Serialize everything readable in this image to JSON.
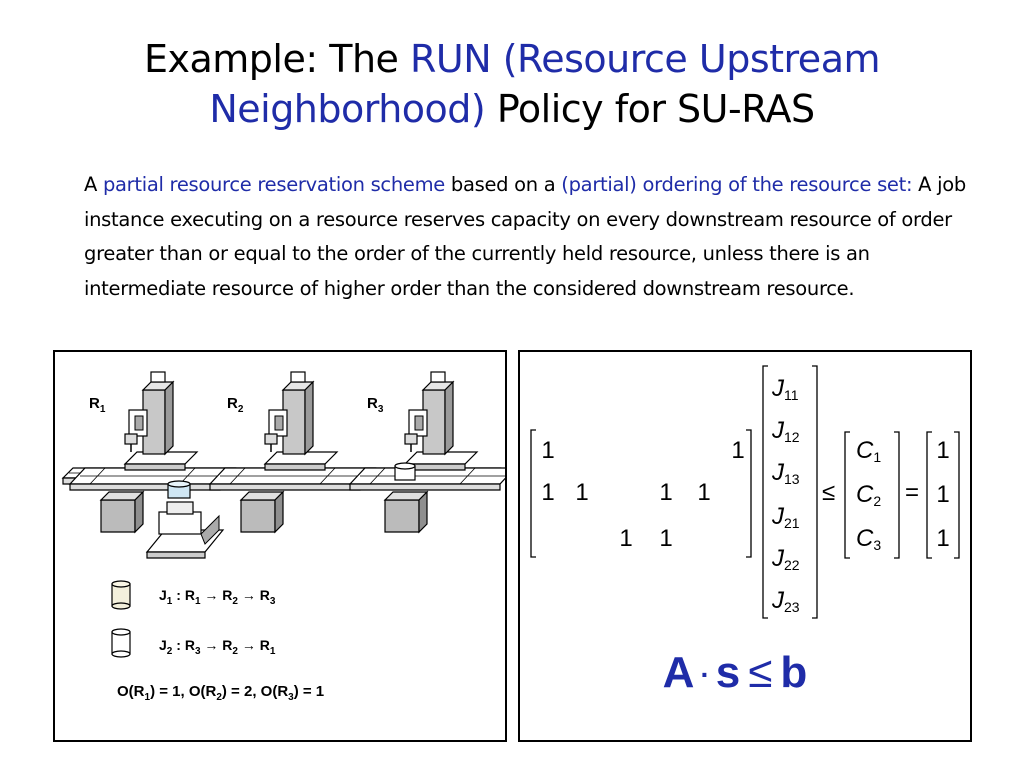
{
  "title": {
    "prefix": "Example: The ",
    "highlight": "RUN (Resource Upstream Neighborhood)",
    "suffix": " Policy for SU-RAS"
  },
  "body": {
    "p1": "A ",
    "h1": "partial resource reservation scheme",
    "p2": " based on a ",
    "h2": "(partial) ordering of the resource set:",
    "p3": " A job instance executing on a resource reserves capacity on every downstream resource of order greater than or equal to the order of the currently held resource, unless there is an intermediate resource of higher order than the considered downstream resource."
  },
  "left_panel": {
    "resources": [
      {
        "base": "R",
        "sub": "1"
      },
      {
        "base": "R",
        "sub": "2"
      },
      {
        "base": "R",
        "sub": "3"
      }
    ],
    "jobs": [
      {
        "name": "J",
        "sub": "1",
        "route": [
          {
            "base": "R",
            "sub": "1"
          },
          {
            "base": "R",
            "sub": "2"
          },
          {
            "base": "R",
            "sub": "3"
          }
        ],
        "icon": "shaded-cylinder-icon"
      },
      {
        "name": "J",
        "sub": "2",
        "route": [
          {
            "base": "R",
            "sub": "3"
          },
          {
            "base": "R",
            "sub": "2"
          },
          {
            "base": "R",
            "sub": "1"
          }
        ],
        "icon": "plain-cylinder-icon"
      }
    ],
    "ordering": {
      "p1": "O(R",
      "s1": "1",
      "p2": ") = 1, O(R",
      "s2": "2",
      "p3": ") = 2, O(R",
      "s3": "3",
      "p4": ") = 1"
    }
  },
  "right_panel": {
    "matrix_A": [
      [
        "1",
        "",
        "",
        "",
        "",
        "1"
      ],
      [
        "1",
        "1",
        "",
        "1",
        "1",
        ""
      ],
      [
        "",
        "",
        "1",
        "1",
        "",
        ""
      ]
    ],
    "vector_s": [
      {
        "base": "J",
        "sub": "11"
      },
      {
        "base": "J",
        "sub": "12"
      },
      {
        "base": "J",
        "sub": "13"
      },
      {
        "base": "J",
        "sub": "21"
      },
      {
        "base": "J",
        "sub": "22"
      },
      {
        "base": "J",
        "sub": "23"
      }
    ],
    "relation": "≤",
    "vector_C": [
      {
        "base": "C",
        "sub": "1"
      },
      {
        "base": "C",
        "sub": "2"
      },
      {
        "base": "C",
        "sub": "3"
      }
    ],
    "equals": "=",
    "vector_b": [
      "1",
      "1",
      "1"
    ],
    "formula": {
      "a": "A",
      "dot": "·",
      "s": "s",
      "le": "≤",
      "b": "b"
    }
  },
  "colors": {
    "accent": "#1f2ca8",
    "text": "#000000",
    "machine_gray": "#b8b8b8"
  }
}
